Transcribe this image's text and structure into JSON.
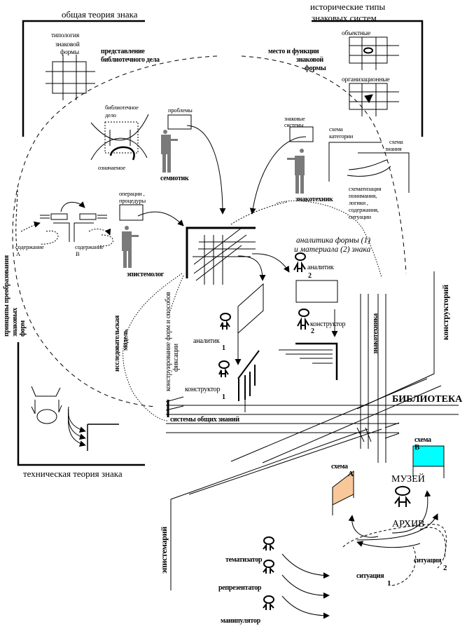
{
  "titles": {
    "general_theory": "общая теория знака",
    "historical_types_l1": "исторические типы",
    "historical_types_l2": "знаковых систем",
    "technical_theory": "техническая теория знака"
  },
  "top_left": {
    "typology_l1": "типология",
    "typology_l2": "знаковой",
    "typology_l3": "формы",
    "library_repr_l1": "представление",
    "library_repr_l2": "библиотечного дела",
    "library_business_l1": "библиотечное",
    "library_business_l2": "дело",
    "signified": "означаемое",
    "problems": "проблемы",
    "semiotician": "семиотик"
  },
  "top_right": {
    "place_l1": "место и функции",
    "place_l2": "знаковой",
    "place_l3": "формы",
    "objective": "объектные",
    "organizational": "организационные",
    "sign_systems_l1": "знаковые",
    "sign_systems_l2": "системы",
    "category_scheme_l1": "схема",
    "category_scheme_l2": "категории",
    "knowledge_scheme_l1": "схема",
    "knowledge_scheme_l2": "знания",
    "schematization_l1": "схематизация",
    "schematization_l2": "понимания,",
    "schematization_l3": "логики ,",
    "schematization_l4": "содержания,",
    "schematization_l5": "ситуации",
    "sign_technician": "знакотехник"
  },
  "middle": {
    "operations_l1": "операции ,",
    "operations_l2": "процедуры",
    "content_a_l1": "содержание",
    "content_a_l2": "А",
    "content_b_l1": "содержание",
    "content_b_l2": "В",
    "epistemologist": "эпистемолог",
    "principles_l1": "принципы преобразования",
    "principles_l2": "знаковых",
    "principles_l3": "форм",
    "research_model_l1": "исследовательская",
    "research_model_l2": "модель",
    "construction_l1": "конструирование форм и способов",
    "construction_l2": "фиксации",
    "analytics_l1": "аналитика формы (1)",
    "analytics_l2": "и материала (2) знака",
    "analyst1": "аналитик",
    "analyst1_num": "1",
    "constructor1": "конструктор",
    "constructor1_num": "1",
    "analyst2": "аналитик",
    "analyst2_num": "2",
    "constructor2": "конструктор",
    "constructor2_num": "2",
    "sign_technics": "знакотехника",
    "constructorium": "конструкторий",
    "library": "БИБЛИОТЕКА",
    "common_knowledge": "системы общих знаний"
  },
  "bottom": {
    "scheme_a_l1": "схема",
    "scheme_a_l2": "А",
    "scheme_b_l1": "схема",
    "scheme_b_l2": "В",
    "museum": "МУЗЕЙ",
    "archive": "АРХИВ",
    "epistemarium": "эпистемарий",
    "thematizer": "тематизатор",
    "representer": "репрезентатор",
    "manipulator": "манипулятор",
    "situation1_l1": "ситуация",
    "situation1_l2": "1",
    "situation2_l1": "ситуация",
    "situation2_l2": "2"
  },
  "colors": {
    "scheme_a_fill": "#f8c89a",
    "scheme_b_fill": "#00ffff",
    "figure_gray": "#7a7a7a"
  }
}
